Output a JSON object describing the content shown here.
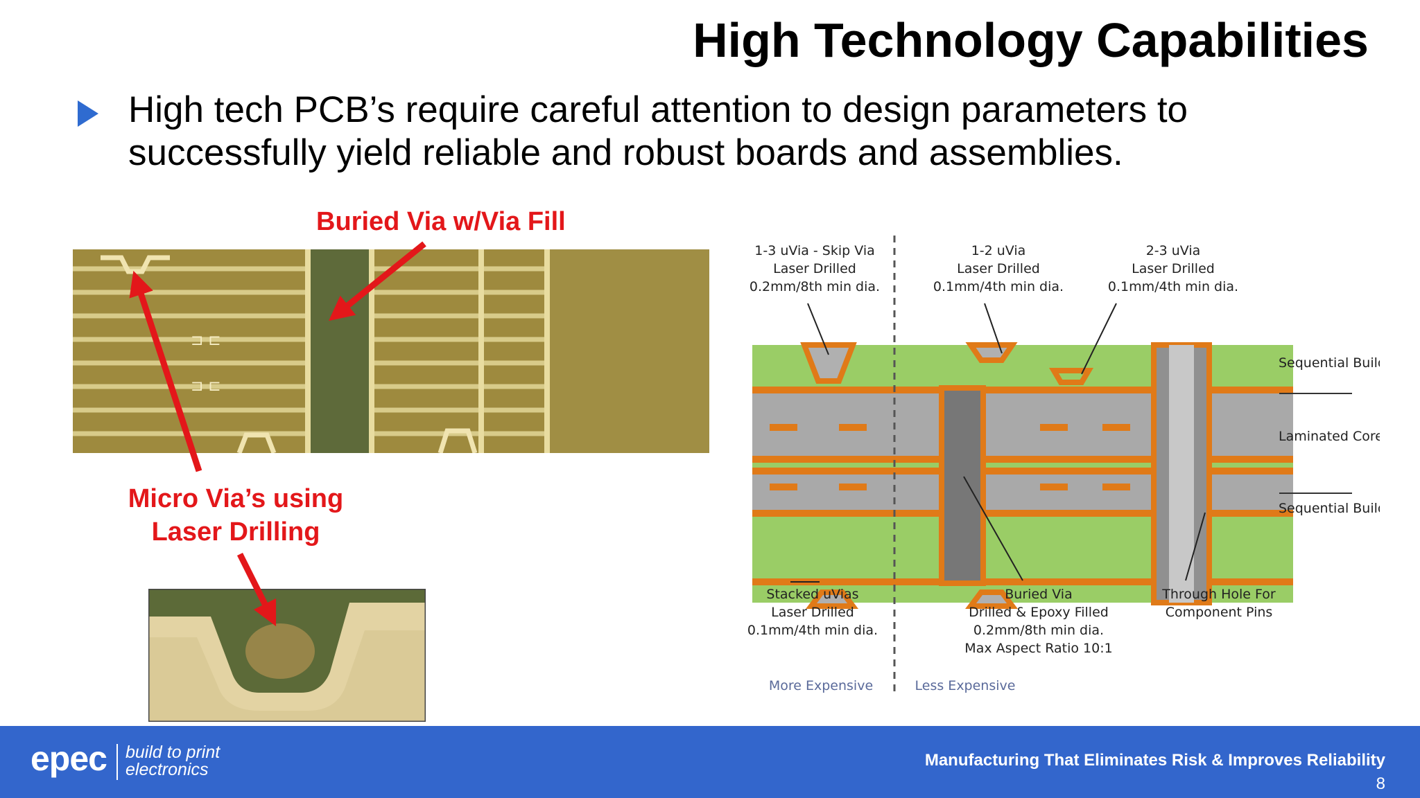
{
  "slide": {
    "title": "High Technology Capabilities",
    "bullet": "High tech PCB’s require careful attention to design parameters to successfully yield reliable and robust boards and assemblies."
  },
  "photo_labels": {
    "buried_via": "Buried Via w/Via Fill",
    "micro_via_line1": "Micro Via’s using",
    "micro_via_line2": "Laser Drilling"
  },
  "diagram": {
    "callouts_top": [
      {
        "lines": [
          "1-3 uVia - Skip Via",
          "Laser Drilled",
          "0.2mm/8th min dia."
        ]
      },
      {
        "lines": [
          "1-2 uVia",
          "Laser Drilled",
          "0.1mm/4th min dia."
        ]
      },
      {
        "lines": [
          "2-3 uVia",
          "Laser Drilled",
          "0.1mm/4th min dia."
        ]
      }
    ],
    "side_labels": [
      "Sequential Buildup",
      "Laminated Core",
      "Sequential Buildup"
    ],
    "callouts_bottom": [
      {
        "lines": [
          "Stacked uVias",
          "Laser Drilled",
          "0.1mm/4th min dia."
        ]
      },
      {
        "lines": [
          "Buried Via",
          "Drilled & Epoxy Filled",
          "0.2mm/8th min dia.",
          "Max Aspect Ratio 10:1"
        ]
      },
      {
        "lines": [
          "Through Hole For",
          "Component Pins"
        ]
      }
    ],
    "cost_left": "More Expensive",
    "cost_right": "Less Expensive"
  },
  "footer": {
    "logo": "epec",
    "logo_tag_line1": "build to print",
    "logo_tag_line2": "electronics",
    "tagline": "Manufacturing That Eliminates Risk & Improves Reliability",
    "page_number": "8"
  },
  "colors": {
    "accent_blue": "#3366cc",
    "label_red": "#e3171a",
    "laminate_green": "#9acd66",
    "copper": "#e07a18",
    "core_gray": "#a9a9a9"
  }
}
